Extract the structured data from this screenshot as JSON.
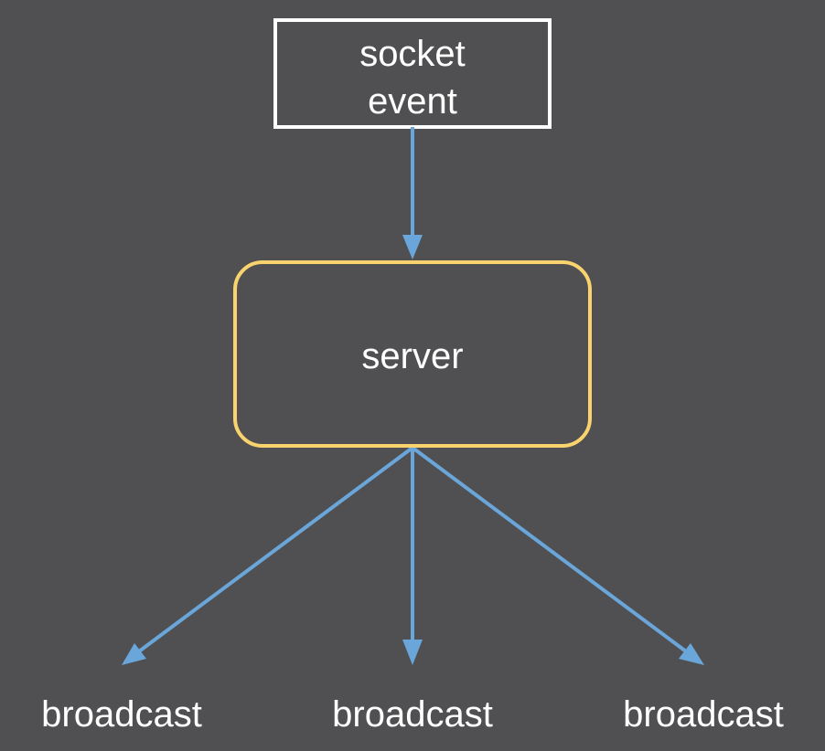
{
  "diagram": {
    "background": "#505052",
    "colors": {
      "text": "#ffffff",
      "event_box": "#ffffff",
      "server_box": "#f9d36e",
      "arrow": "#6aa6d9"
    },
    "nodes": {
      "event": {
        "line1": "socket",
        "line2": "event"
      },
      "server": {
        "label": "server"
      },
      "outputs": [
        {
          "label": "broadcast"
        },
        {
          "label": "broadcast"
        },
        {
          "label": "broadcast"
        }
      ]
    },
    "edges": [
      {
        "from": "socket event",
        "to": "server"
      },
      {
        "from": "server",
        "to": "broadcast"
      },
      {
        "from": "server",
        "to": "broadcast"
      },
      {
        "from": "server",
        "to": "broadcast"
      }
    ]
  }
}
